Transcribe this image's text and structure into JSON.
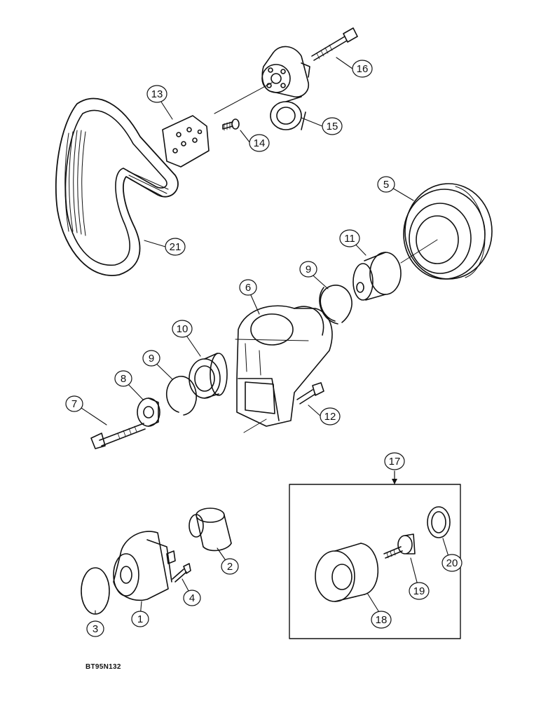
{
  "callouts": {
    "c1": "1",
    "c2": "2",
    "c3": "3",
    "c4": "4",
    "c5": "5",
    "c6": "6",
    "c7": "7",
    "c8": "8",
    "c9a": "9",
    "c9b": "9",
    "c10": "10",
    "c11": "11",
    "c12": "12",
    "c13": "13",
    "c14": "14",
    "c15": "15",
    "c16": "16",
    "c17": "17",
    "c18": "18",
    "c19": "19",
    "c20": "20",
    "c21": "21"
  },
  "doc_code": "BT95N132"
}
